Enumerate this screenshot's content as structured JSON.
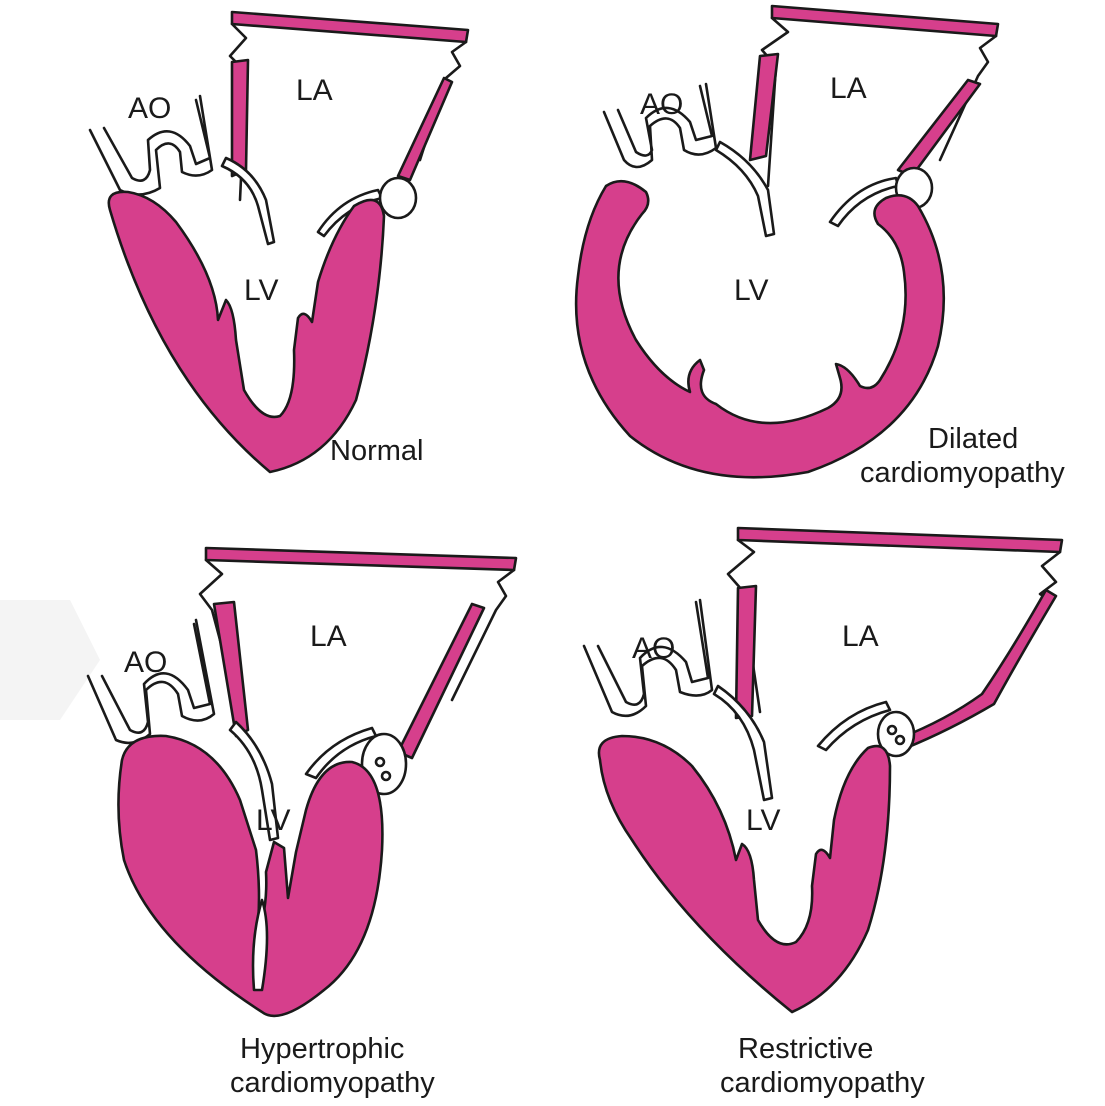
{
  "colors": {
    "myocardium": "#d63f8c",
    "outline": "#1a1a1a",
    "background": "#ffffff"
  },
  "panels": [
    {
      "id": "normal",
      "labels": {
        "ao": "AO",
        "la": "LA",
        "lv": "LV"
      },
      "caption": [
        "Normal"
      ]
    },
    {
      "id": "dilated",
      "labels": {
        "ao": "AO",
        "la": "LA",
        "lv": "LV"
      },
      "caption": [
        "Dilated",
        "cardiomyopathy"
      ]
    },
    {
      "id": "hypertrophic",
      "labels": {
        "ao": "AO",
        "la": "LA",
        "lv": "LV"
      },
      "caption": [
        "Hypertrophic",
        "cardiomyopathy"
      ]
    },
    {
      "id": "restrictive",
      "labels": {
        "ao": "AO",
        "la": "LA",
        "lv": "LV"
      },
      "caption": [
        "Restrictive",
        "cardiomyopathy"
      ]
    }
  ]
}
